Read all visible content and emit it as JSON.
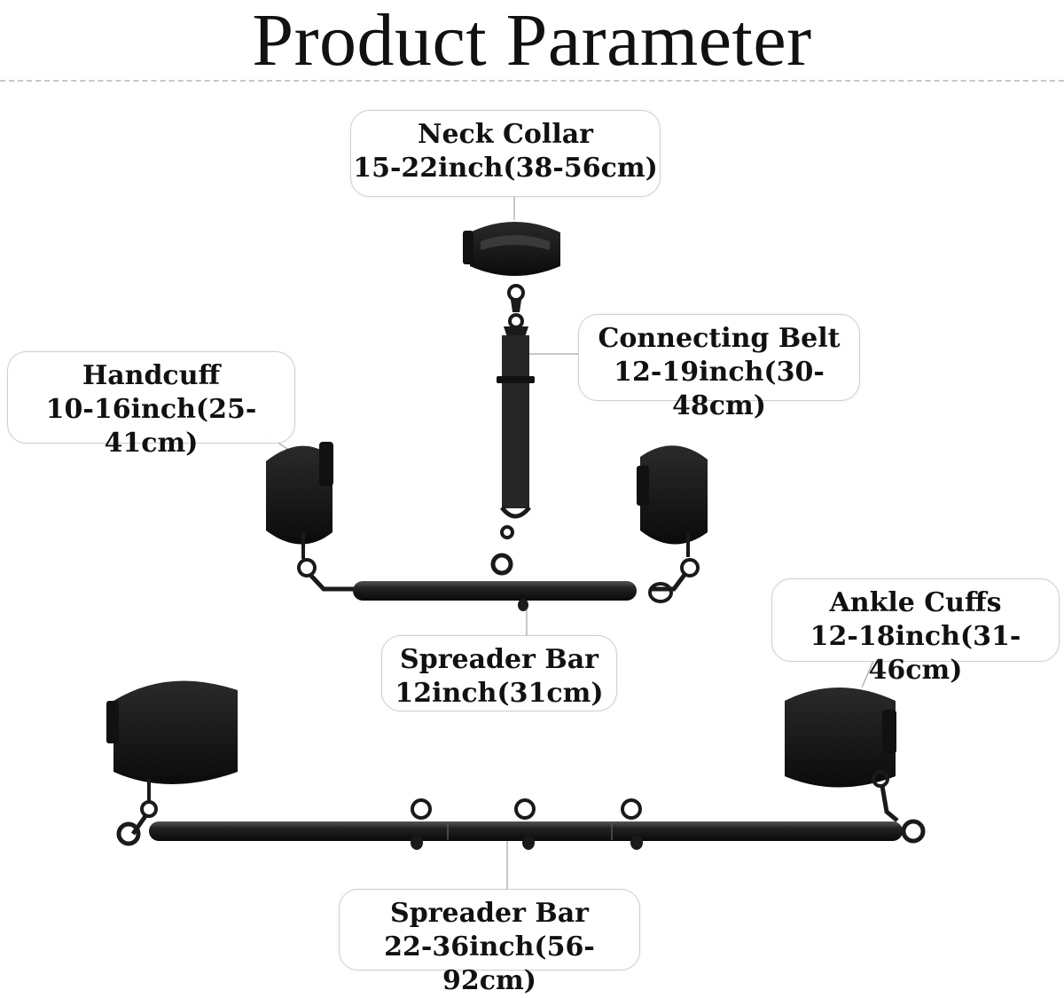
{
  "title": "Product Parameter",
  "labels": {
    "neck_collar": {
      "name": "Neck Collar",
      "size": "15-22inch(38-56cm)"
    },
    "connecting_belt": {
      "name": "Connecting Belt",
      "size": "12-19inch(30-48cm)"
    },
    "handcuff": {
      "name": "Handcuff",
      "size": "10-16inch(25-41cm)"
    },
    "spreader_bar_small": {
      "name": "Spreader Bar",
      "size": "12inch(31cm)"
    },
    "ankle_cuffs": {
      "name": "Ankle Cuffs",
      "size": "12-18inch(31-46cm)"
    },
    "spreader_bar_large": {
      "name": "Spreader Bar",
      "size": "22-36inch(56-92cm)"
    }
  },
  "colors": {
    "product": "#1a1a1a",
    "border": "#cfcfcf",
    "leader": "#b5b5b5"
  }
}
